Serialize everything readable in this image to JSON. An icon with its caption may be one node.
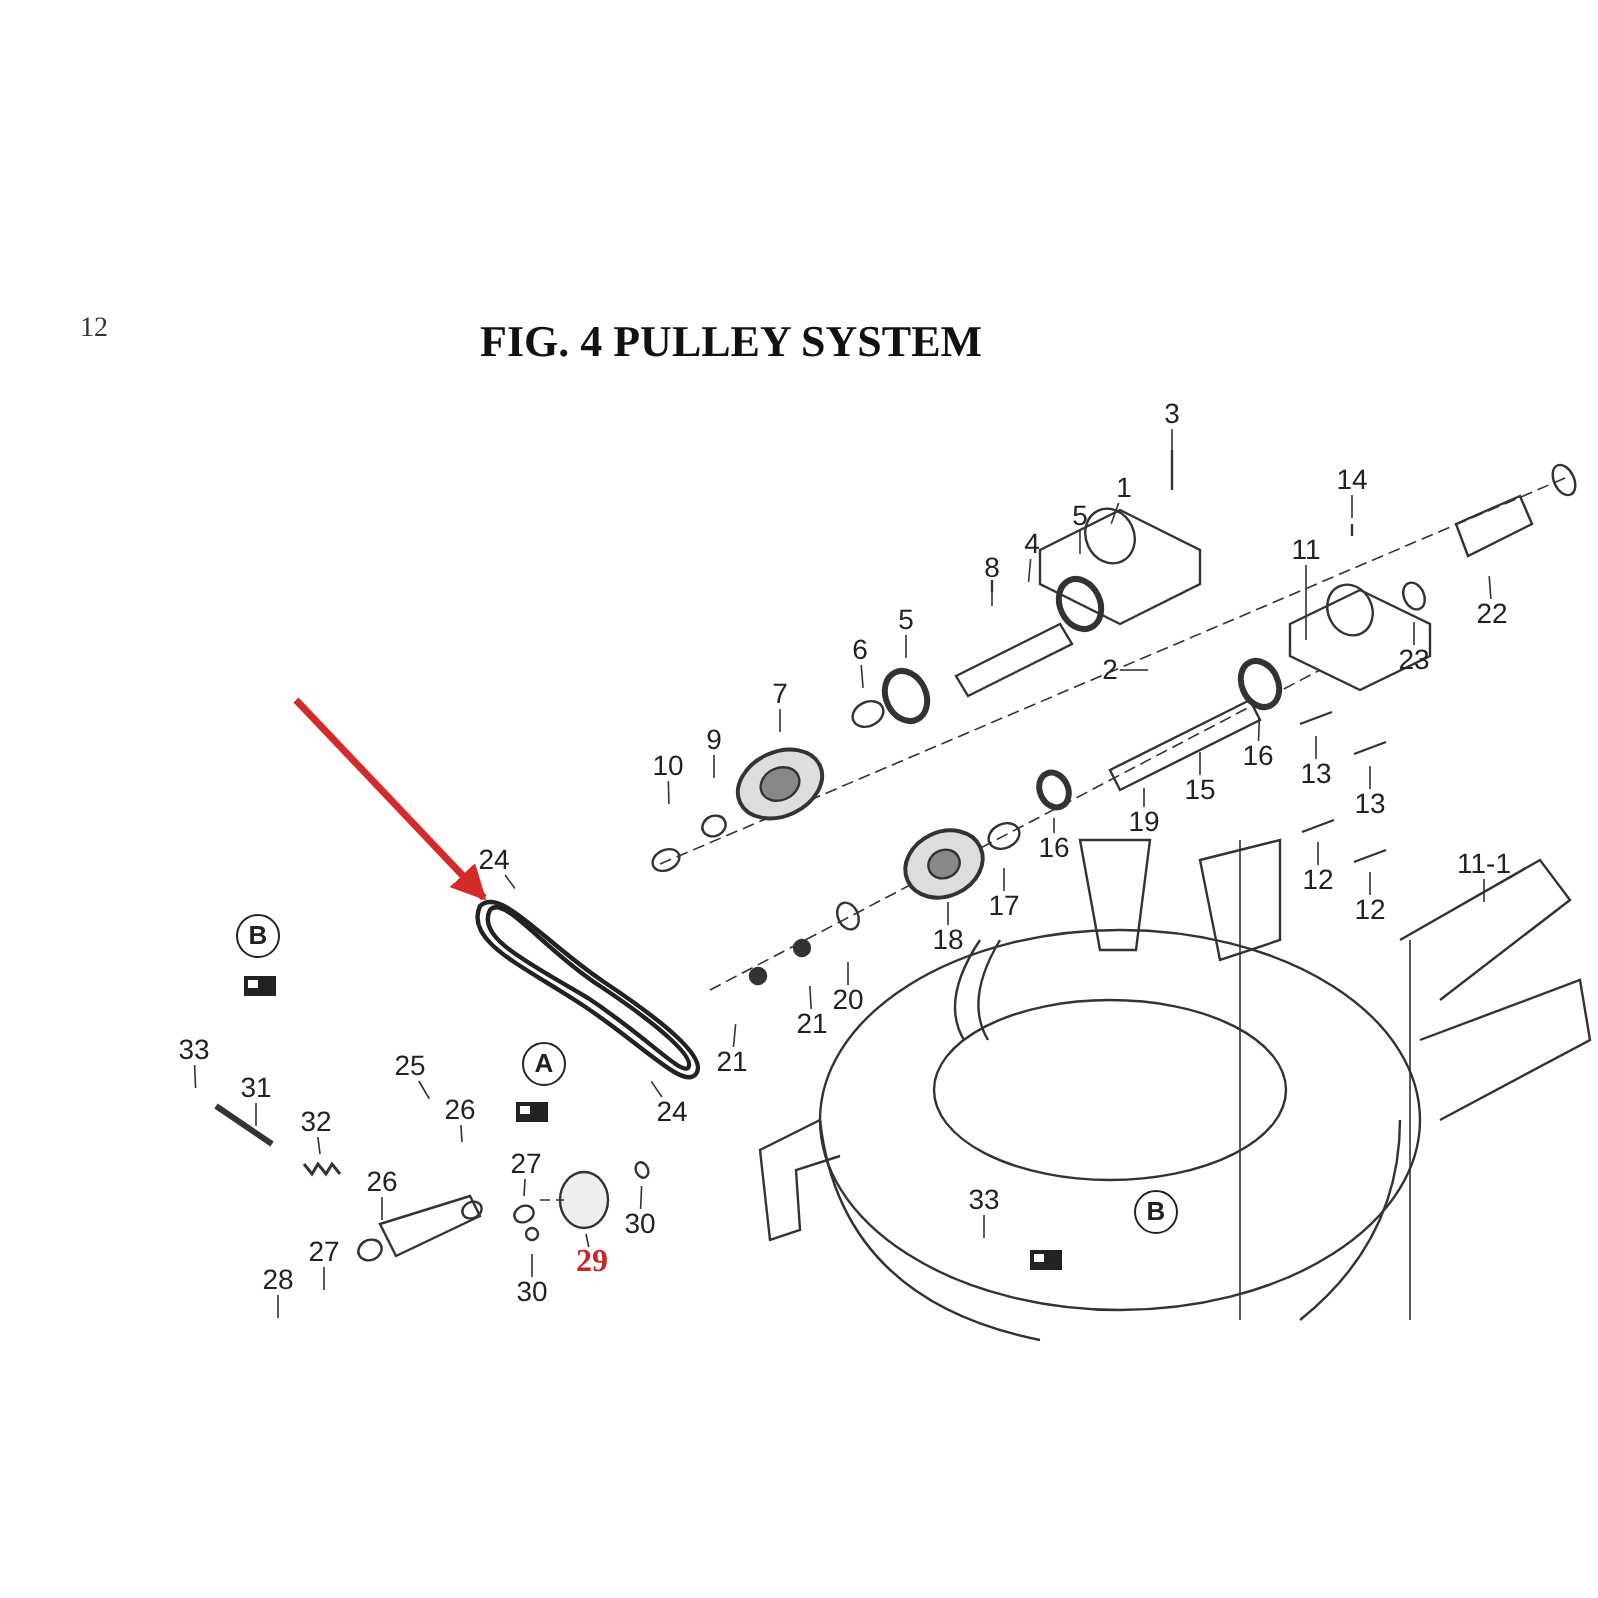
{
  "diagram": {
    "title": "FIG. 4 PULLEY SYSTEM",
    "nodes": [
      {
        "text": [],
        "shape": "picture"
      },
      {
        "text": [
          "3"
        ]
      },
      {
        "text": [
          "14"
        ]
      },
      {
        "text": [
          "1"
        ]
      },
      {
        "text": [
          "5"
        ]
      },
      {
        "text": [
          "22"
        ]
      },
      {
        "text": [
          "8"
        ]
      },
      {
        "text": [
          "4"
        ]
      },
      {
        "text": [
          "11"
        ]
      },
      {
        "text": [
          "6"
        ]
      },
      {
        "text": [
          "5"
        ]
      },
      {
        "text": [
          "2"
        ]
      },
      {
        "text": [
          "23"
        ]
      },
      {
        "text": [
          "7"
        ]
      },
      {
        "text": [
          "9"
        ]
      },
      {
        "text": [
          "16"
        ]
      },
      {
        "text": [
          "10"
        ]
      },
      {
        "text": [
          "13"
        ]
      },
      {
        "text": [
          "15"
        ]
      },
      {
        "text": [
          "13"
        ]
      },
      {
        "text": [
          "19"
        ]
      },
      {
        "text": [
          "16"
        ]
      },
      {
        "text": [
          "24"
        ]
      },
      {
        "text": [
          "11-1"
        ]
      },
      {
        "text": [
          "12"
        ]
      },
      {
        "text": [
          "17"
        ]
      },
      {
        "text": [
          "12"
        ]
      },
      {
        "text": [
          "B"
        ]
      },
      {
        "text": [
          "18"
        ]
      },
      {
        "text": [
          "20"
        ]
      },
      {
        "text": [
          "21"
        ]
      },
      {
        "text": [
          "33"
        ]
      },
      {
        "text": [
          "21"
        ]
      },
      {
        "text": [
          "A"
        ]
      },
      {
        "text": [
          "25"
        ]
      },
      {
        "text": [
          "31"
        ]
      },
      {
        "text": [
          "24"
        ]
      },
      {
        "text": [
          "26"
        ]
      },
      {
        "text": [
          "32"
        ]
      },
      {
        "text": [
          "27"
        ]
      },
      {
        "text": [
          "26"
        ]
      },
      {
        "text": [
          "33"
        ]
      },
      {
        "text": [
          "B"
        ]
      },
      {
        "text": [
          "30"
        ]
      },
      {
        "text": [
          "27"
        ]
      },
      {
        "text": [
          "29"
        ]
      },
      {
        "text": [
          "28"
        ]
      },
      {
        "text": [
          "30"
        ]
      }
    ],
    "edges": [
      {
        "from": 1,
        "to": null,
        "arrow": "none"
      },
      {
        "from": 2,
        "to": null,
        "arrow": "none"
      },
      {
        "from": 3,
        "to": null,
        "arrow": "none"
      },
      {
        "from": 4,
        "to": null,
        "arrow": "none"
      },
      {
        "from": 5,
        "to": null,
        "arrow": "none"
      },
      {
        "from": 6,
        "to": null,
        "arrow": "none"
      },
      {
        "from": 7,
        "to": null,
        "arrow": "none"
      },
      {
        "from": 8,
        "to": null,
        "arrow": "none"
      },
      {
        "from": 9,
        "to": null,
        "arrow": "none"
      },
      {
        "from": 10,
        "to": null,
        "arrow": "none"
      },
      {
        "from": 11,
        "to": null,
        "arrow": "none"
      },
      {
        "from": 12,
        "to": null,
        "arrow": "none"
      },
      {
        "from": 13,
        "to": null,
        "arrow": "none"
      },
      {
        "from": 14,
        "to": null,
        "arrow": "none"
      },
      {
        "from": 15,
        "to": null,
        "arrow": "none"
      },
      {
        "from": 16,
        "to": null,
        "arrow": "none"
      },
      {
        "from": 17,
        "to": null,
        "arrow": "none"
      },
      {
        "from": 18,
        "to": null,
        "arrow": "none"
      },
      {
        "from": 19,
        "to": null,
        "arrow": "none"
      },
      {
        "from": 20,
        "to": null,
        "arrow": "none"
      },
      {
        "from": 21,
        "to": null,
        "arrow": "none"
      },
      {
        "from": 22,
        "to": 0,
        "arrow": "none"
      },
      {
        "from": 23,
        "to": null,
        "arrow": "none"
      },
      {
        "from": 24,
        "to": null,
        "arrow": "none"
      },
      {
        "from": 25,
        "to": null,
        "arrow": "none"
      },
      {
        "from": 26,
        "to": null,
        "arrow": "none"
      },
      {
        "from": 28,
        "to": null,
        "arrow": "none"
      },
      {
        "from": 29,
        "to": null,
        "arrow": "none"
      },
      {
        "from": 30,
        "to": null,
        "arrow": "none"
      },
      {
        "from": 31,
        "to": null,
        "arrow": "none"
      },
      {
        "from": 32,
        "to": null,
        "arrow": "none"
      },
      {
        "from": 34,
        "to": null,
        "arrow": "none"
      },
      {
        "from": 35,
        "to": null,
        "arrow": "none"
      },
      {
        "from": 36,
        "to": 0,
        "arrow": "none"
      },
      {
        "from": 37,
        "to": null,
        "arrow": "none"
      },
      {
        "from": 38,
        "to": null,
        "arrow": "none"
      },
      {
        "from": 39,
        "to": null,
        "arrow": "none"
      },
      {
        "from": 40,
        "to": null,
        "arrow": "none"
      },
      {
        "from": 41,
        "to": null,
        "arrow": "none"
      },
      {
        "from": 43,
        "to": null,
        "arrow": "none"
      },
      {
        "from": 44,
        "to": null,
        "arrow": "none"
      },
      {
        "from": 45,
        "to": null,
        "arrow": "none"
      },
      {
        "from": 46,
        "to": null,
        "arrow": "none"
      },
      {
        "from": 47,
        "to": null,
        "arrow": "none"
      },
      {
        "from": null,
        "to": 0,
        "arrow": "to",
        "style": "thick",
        "color": "#d42a2a"
      }
    ],
    "labels": [
      "12"
    ]
  }
}
